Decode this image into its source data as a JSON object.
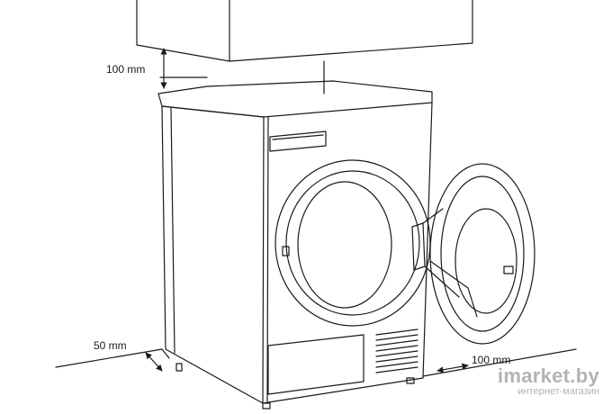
{
  "dimensions": {
    "top_clearance": "100 mm",
    "side_clearance": "50 mm",
    "front_clearance": "100 mm"
  },
  "watermark": {
    "brand": "imarket.by",
    "tagline": "интернет-магазин"
  },
  "colors": {
    "line": "#1a1a1a",
    "background": "#ffffff",
    "watermark": "#9a9a9a"
  }
}
